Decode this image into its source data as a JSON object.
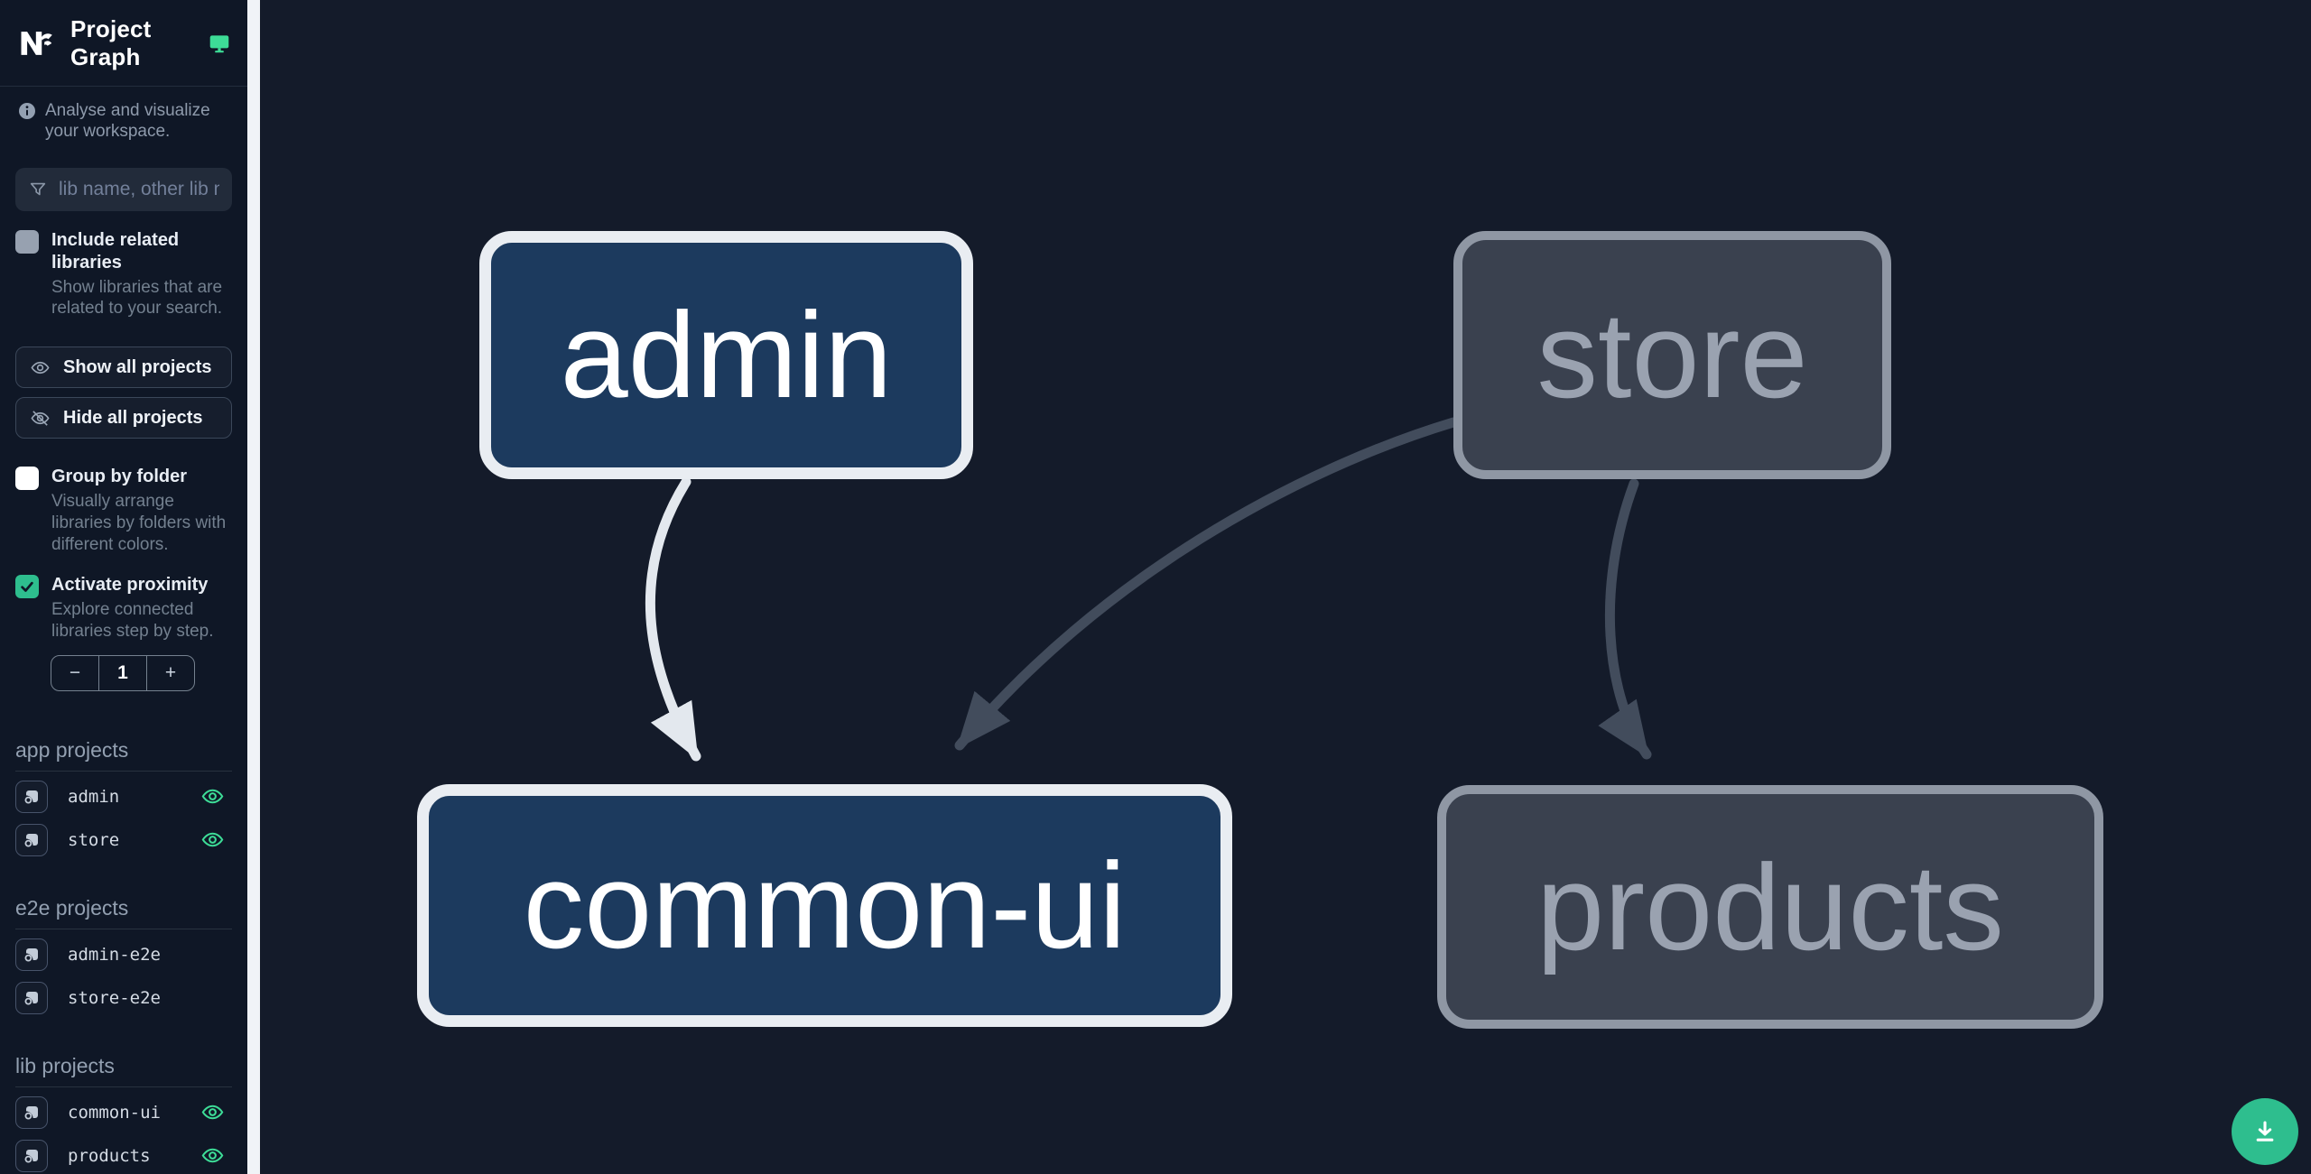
{
  "app": {
    "title": "Project Graph"
  },
  "sidebar": {
    "tagline": "Analyse and visualize your workspace.",
    "search_placeholder": "lib name, other lib name",
    "include_related": {
      "label": "Include related libraries",
      "description": "Show libraries that are related to your search.",
      "checked": false
    },
    "show_all": "Show all projects",
    "hide_all": "Hide all projects",
    "group_by_folder": {
      "label": "Group by folder",
      "description": "Visually arrange libraries by folders with different colors.",
      "checked": false
    },
    "activate_proximity": {
      "label": "Activate proximity",
      "description": "Explore connected libraries step by step.",
      "checked": true
    },
    "proximity": {
      "decrement": "−",
      "value": "1",
      "increment": "+"
    },
    "sections": [
      {
        "title": "app projects",
        "items": [
          {
            "name": "admin",
            "visible": true
          },
          {
            "name": "store",
            "visible": true
          }
        ]
      },
      {
        "title": "e2e projects",
        "items": [
          {
            "name": "admin-e2e",
            "visible": false
          },
          {
            "name": "store-e2e",
            "visible": false
          }
        ]
      },
      {
        "title": "lib projects",
        "items": [
          {
            "name": "common-ui",
            "visible": true
          },
          {
            "name": "products",
            "visible": true
          }
        ]
      }
    ]
  },
  "graph": {
    "nodes": [
      {
        "id": "admin",
        "label": "admin",
        "state": "focused"
      },
      {
        "id": "store",
        "label": "store",
        "state": "dimmed"
      },
      {
        "id": "common-ui",
        "label": "common-ui",
        "state": "focused"
      },
      {
        "id": "products",
        "label": "products",
        "state": "dimmed"
      }
    ],
    "edges": [
      {
        "source": "admin",
        "target": "common-ui",
        "state": "focused"
      },
      {
        "source": "store",
        "target": "common-ui",
        "state": "dimmed"
      },
      {
        "source": "store",
        "target": "products",
        "state": "dimmed"
      }
    ]
  },
  "fab": {
    "icon": "download"
  },
  "colors": {
    "accent_green": "#3ddc97",
    "download_button": "#2ebe8e",
    "node_focused_fill": "#1c3a5e",
    "node_focused_border": "#e9edf2",
    "node_dimmed_fill": "#3a414f",
    "node_dimmed_border": "#8f97a4",
    "edge_focused": "#e3e8ee",
    "edge_dimmed": "#424c5c",
    "sidebar_bg": "#0f1726",
    "canvas_bg": "#141b2a"
  }
}
